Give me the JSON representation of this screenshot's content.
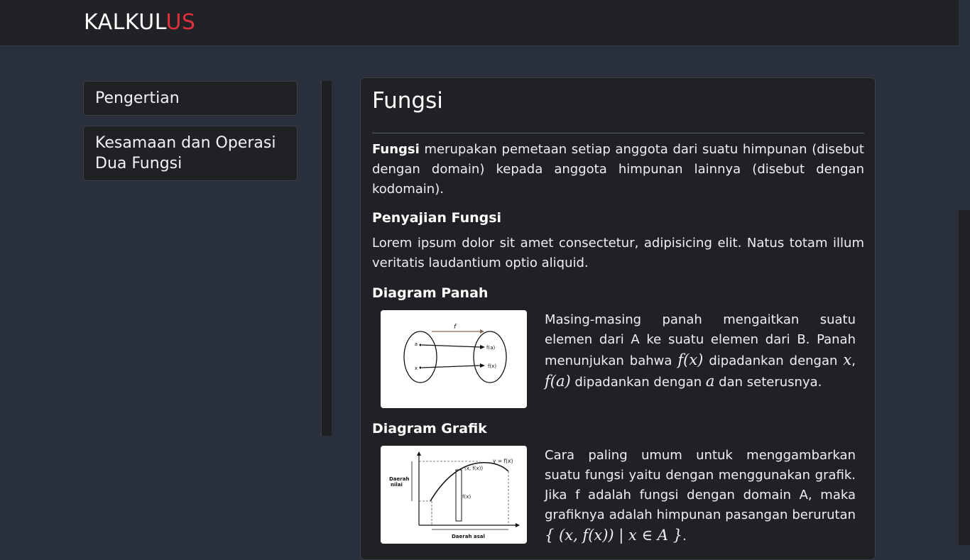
{
  "brand": {
    "text_main": "KALKUL",
    "text_accent": "US",
    "accent_color": "#e0303c"
  },
  "sidebar": {
    "items": [
      {
        "label": "Pengertian"
      },
      {
        "label": "Kesamaan dan Operasi Dua Fungsi"
      }
    ]
  },
  "content": {
    "title": "Fungsi",
    "intro": {
      "term": "Fungsi",
      "text": " merupakan pemetaan setiap anggota dari suatu himpunan (disebut dengan domain) kepada anggota himpunan lainnya (disebut dengan kodomain)."
    },
    "penyajian": {
      "heading": "Penyajian Fungsi",
      "text": "Lorem ipsum dolor sit amet consectetur, adipisicing elit. Natus totam illum veritatis laudantium optio aliquid."
    },
    "panah": {
      "heading": "Diagram Panah",
      "text_1": "Masing-masing panah mengaitkan suatu elemen dari A ke suatu elemen dari B. Panah menunjukan bahwa ",
      "math_1": "f(x)",
      "text_2": " dipadankan dengan ",
      "math_2": "x",
      "text_3": ", ",
      "math_3": "f(a)",
      "text_4": " dipadankan dengan ",
      "math_4": "a",
      "text_5": " dan seterusnya.",
      "figure": {
        "f_label": "f",
        "domain_a": "a",
        "domain_x": "x",
        "image_fa": "f(a)",
        "image_fx": "f(x)"
      }
    },
    "grafik": {
      "heading": "Diagram Grafik",
      "text_1": "Cara paling umum untuk menggambarkan suatu fungsi yaitu dengan menggunakan grafik. Jika f adalah fungsi dengan domain A, maka grafiknya adalah himpunan pasangan berurutan ",
      "math_1": "{ (x, f(x)) | x ∈ A }",
      "text_2": ".",
      "figure": {
        "curve_label": "y = f(x)",
        "point_label": "(x, f(x))",
        "fx_label": "f(x)",
        "range_label_1": "Daerah",
        "range_label_2": "nilai",
        "domain_label": "Daerah asal"
      }
    }
  }
}
